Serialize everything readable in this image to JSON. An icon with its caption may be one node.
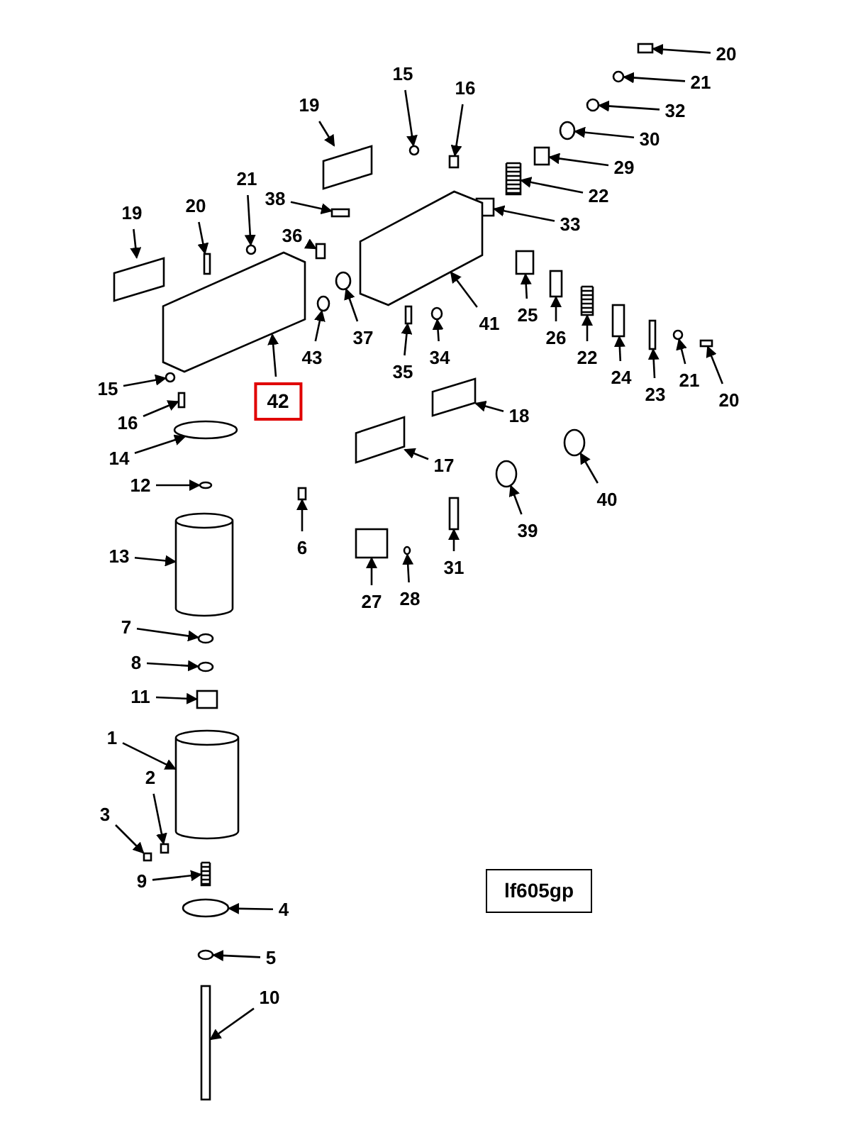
{
  "diagram": {
    "nodes": [
      {
        "text": [
          "20"
        ]
      },
      {
        "text": [
          "15"
        ]
      },
      {
        "text": [
          "16"
        ]
      },
      {
        "text": [
          "21"
        ]
      },
      {
        "text": [
          "19"
        ]
      },
      {
        "text": [
          "32"
        ]
      },
      {
        "text": [
          "30"
        ]
      },
      {
        "text": [
          "29"
        ]
      },
      {
        "text": [
          "22"
        ]
      },
      {
        "text": [
          "33"
        ]
      },
      {
        "text": [
          "21"
        ]
      },
      {
        "text": [
          "38"
        ]
      },
      {
        "text": [
          "19"
        ]
      },
      {
        "text": [
          "20"
        ]
      },
      {
        "text": [
          "36"
        ]
      },
      {
        "text": [
          "41"
        ]
      },
      {
        "text": [
          "25"
        ]
      },
      {
        "text": [
          "37"
        ]
      },
      {
        "text": [
          "43"
        ]
      },
      {
        "text": [
          "26"
        ]
      },
      {
        "text": [
          "22"
        ]
      },
      {
        "text": [
          "35"
        ]
      },
      {
        "text": [
          "34"
        ]
      },
      {
        "text": [
          "24"
        ]
      },
      {
        "text": [
          "23"
        ]
      },
      {
        "text": [
          "21"
        ]
      },
      {
        "text": [
          "20"
        ]
      },
      {
        "text": [
          "42"
        ]
      },
      {
        "text": [
          "15"
        ]
      },
      {
        "text": [
          "16"
        ]
      },
      {
        "text": [
          "18"
        ]
      },
      {
        "text": [
          "14"
        ]
      },
      {
        "text": [
          "17"
        ]
      },
      {
        "text": [
          "40"
        ]
      },
      {
        "text": [
          "12"
        ]
      },
      {
        "text": [
          "39"
        ]
      },
      {
        "text": [
          "6"
        ]
      },
      {
        "text": [
          "13"
        ]
      },
      {
        "text": [
          "31"
        ]
      },
      {
        "text": [
          "27"
        ]
      },
      {
        "text": [
          "28"
        ]
      },
      {
        "text": [
          "7"
        ]
      },
      {
        "text": [
          "8"
        ]
      },
      {
        "text": [
          "11"
        ]
      },
      {
        "text": [
          "1"
        ]
      },
      {
        "text": [
          "2"
        ]
      },
      {
        "text": [
          "3"
        ]
      },
      {
        "text": [
          "9"
        ]
      },
      {
        "text": [
          "lf605gp"
        ]
      },
      {
        "text": [
          "4"
        ]
      },
      {
        "text": [
          "5"
        ]
      },
      {
        "text": [
          "10"
        ]
      },
      {
        "text": [],
        "shape": "box"
      },
      {
        "text": [],
        "shape": "circle"
      },
      {
        "text": [],
        "shape": "box"
      },
      {
        "text": [],
        "shape": "circle"
      },
      {
        "text": [],
        "shape": "parallelogram"
      },
      {
        "text": [],
        "shape": "circle"
      },
      {
        "text": [],
        "shape": "circle"
      },
      {
        "text": [],
        "shape": "box"
      },
      {
        "text": [],
        "shape": "picture"
      },
      {
        "text": [],
        "shape": "box"
      },
      {
        "text": [],
        "shape": "circle"
      },
      {
        "text": [],
        "shape": "box"
      },
      {
        "text": [],
        "shape": "parallelogram"
      },
      {
        "text": [],
        "shape": "box"
      },
      {
        "text": [],
        "shape": "box"
      },
      {
        "text": [],
        "shape": "picture"
      },
      {
        "text": [],
        "shape": "box"
      },
      {
        "text": [],
        "shape": "circle"
      },
      {
        "text": [],
        "shape": "circle"
      },
      {
        "text": [],
        "shape": "box"
      },
      {
        "text": [],
        "shape": "picture"
      },
      {
        "text": [],
        "shape": "box"
      },
      {
        "text": [],
        "shape": "circle"
      },
      {
        "text": [],
        "shape": "box"
      },
      {
        "text": [],
        "shape": "box"
      },
      {
        "text": [],
        "shape": "circle"
      },
      {
        "text": [],
        "shape": "box"
      },
      {
        "text": [],
        "shape": "picture"
      },
      {
        "text": [],
        "shape": "circle"
      },
      {
        "text": [],
        "shape": "box"
      },
      {
        "text": [],
        "shape": "parallelogram"
      },
      {
        "text": [],
        "shape": "circle"
      },
      {
        "text": [],
        "shape": "parallelogram"
      },
      {
        "text": [],
        "shape": "circle"
      },
      {
        "text": [],
        "shape": "circle"
      },
      {
        "text": [],
        "shape": "circle"
      },
      {
        "text": [],
        "shape": "box"
      },
      {
        "text": [],
        "shape": "cylinder"
      },
      {
        "text": [],
        "shape": "box"
      },
      {
        "text": [],
        "shape": "box"
      },
      {
        "text": [],
        "shape": "circle"
      },
      {
        "text": [],
        "shape": "circle"
      },
      {
        "text": [],
        "shape": "circle"
      },
      {
        "text": [],
        "shape": "box"
      },
      {
        "text": [],
        "shape": "cylinder"
      },
      {
        "text": [],
        "shape": "box"
      },
      {
        "text": [],
        "shape": "box"
      },
      {
        "text": [],
        "shape": "picture"
      },
      {
        "text": [],
        "shape": "circle"
      },
      {
        "text": [],
        "shape": "circle"
      },
      {
        "text": [],
        "shape": "box"
      }
    ],
    "edges": [
      {
        "from": 0,
        "to": 52,
        "arrow": "to"
      },
      {
        "from": 1,
        "to": 53,
        "arrow": "to"
      },
      {
        "from": 2,
        "to": 54,
        "arrow": "to"
      },
      {
        "from": 3,
        "to": 55,
        "arrow": "to"
      },
      {
        "from": 4,
        "to": 56,
        "arrow": "to"
      },
      {
        "from": 5,
        "to": 57,
        "arrow": "to"
      },
      {
        "from": 6,
        "to": 58,
        "arrow": "to"
      },
      {
        "from": 7,
        "to": 59,
        "arrow": "to"
      },
      {
        "from": 8,
        "to": 60,
        "arrow": "to"
      },
      {
        "from": 9,
        "to": 61,
        "arrow": "to"
      },
      {
        "from": 10,
        "to": 62,
        "arrow": "to"
      },
      {
        "from": 11,
        "to": 63,
        "arrow": "to"
      },
      {
        "from": 12,
        "to": 64,
        "arrow": "to"
      },
      {
        "from": 13,
        "to": 65,
        "arrow": "to"
      },
      {
        "from": 14,
        "to": 66,
        "arrow": "to"
      },
      {
        "from": 15,
        "to": 67,
        "arrow": "to"
      },
      {
        "from": 16,
        "to": 68,
        "arrow": "to"
      },
      {
        "from": 17,
        "to": 69,
        "arrow": "to"
      },
      {
        "from": 18,
        "to": 70,
        "arrow": "to"
      },
      {
        "from": 19,
        "to": 71,
        "arrow": "to"
      },
      {
        "from": 20,
        "to": 72,
        "arrow": "to"
      },
      {
        "from": 21,
        "to": 73,
        "arrow": "to"
      },
      {
        "from": 22,
        "to": 74,
        "arrow": "to"
      },
      {
        "from": 23,
        "to": 75,
        "arrow": "to"
      },
      {
        "from": 24,
        "to": 76,
        "arrow": "to"
      },
      {
        "from": 25,
        "to": 77,
        "arrow": "to"
      },
      {
        "from": 26,
        "to": 78,
        "arrow": "to"
      },
      {
        "from": 27,
        "to": 79,
        "arrow": "to"
      },
      {
        "from": 28,
        "to": 80,
        "arrow": "to"
      },
      {
        "from": 29,
        "to": 81,
        "arrow": "to"
      },
      {
        "from": 30,
        "to": 82,
        "arrow": "to"
      },
      {
        "from": 31,
        "to": 83,
        "arrow": "to"
      },
      {
        "from": 32,
        "to": 84,
        "arrow": "to"
      },
      {
        "from": 33,
        "to": 85,
        "arrow": "to"
      },
      {
        "from": 34,
        "to": 86,
        "arrow": "to"
      },
      {
        "from": 35,
        "to": 87,
        "arrow": "to"
      },
      {
        "from": 36,
        "to": 88,
        "arrow": "to"
      },
      {
        "from": 37,
        "to": 89,
        "arrow": "to"
      },
      {
        "from": 38,
        "to": 90,
        "arrow": "to"
      },
      {
        "from": 39,
        "to": 91,
        "arrow": "to"
      },
      {
        "from": 40,
        "to": 92,
        "arrow": "to"
      },
      {
        "from": 41,
        "to": 93,
        "arrow": "to"
      },
      {
        "from": 42,
        "to": 94,
        "arrow": "to"
      },
      {
        "from": 43,
        "to": 95,
        "arrow": "to"
      },
      {
        "from": 44,
        "to": 96,
        "arrow": "to"
      },
      {
        "from": 45,
        "to": 97,
        "arrow": "to"
      },
      {
        "from": 46,
        "to": 98,
        "arrow": "to"
      },
      {
        "from": 47,
        "to": 99,
        "arrow": "to"
      },
      {
        "from": 49,
        "to": 100,
        "arrow": "to"
      },
      {
        "from": 50,
        "to": 101,
        "arrow": "to"
      },
      {
        "from": 51,
        "to": 102,
        "arrow": "to"
      }
    ]
  }
}
